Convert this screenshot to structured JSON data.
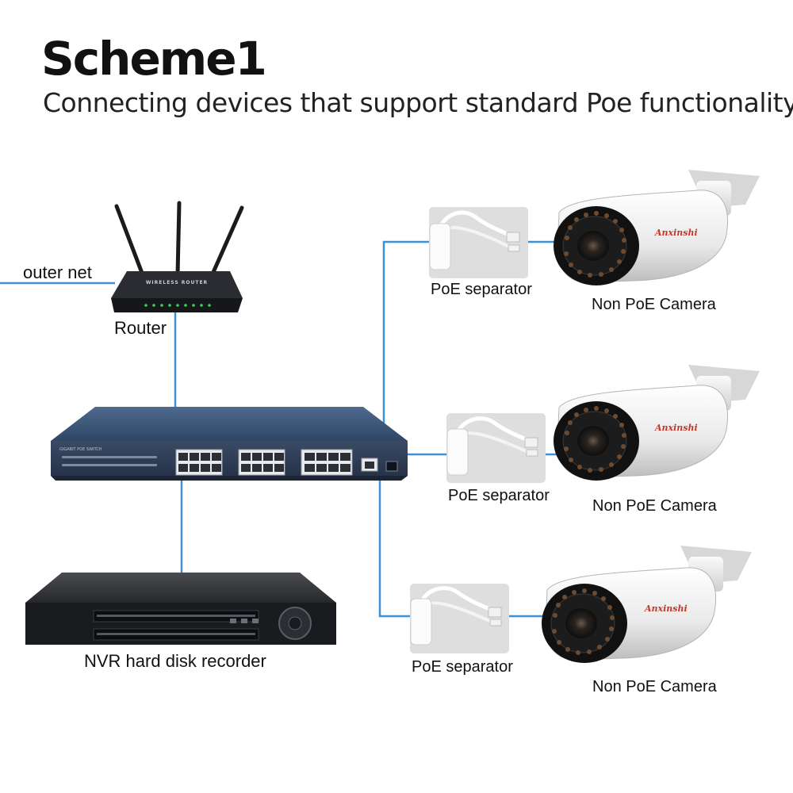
{
  "header": {
    "title": "Scheme1",
    "subtitle": "Connecting devices that support standard Poe functionality"
  },
  "labels": {
    "outer_net": "outer net",
    "router": "Router",
    "nvr": "NVR hard disk recorder"
  },
  "router": {
    "badge": "WIRELESS ROUTER"
  },
  "switch": {
    "badge": "GIGABIT POE SWITCH"
  },
  "branches": [
    {
      "separator_label": "PoE separator",
      "camera_label": "Non PoE Camera",
      "camera_brand": "Anxinshi"
    },
    {
      "separator_label": "PoE separator",
      "camera_label": "Non PoE Camera",
      "camera_brand": "Anxinshi"
    },
    {
      "separator_label": "PoE separator",
      "camera_label": "Non PoE Camera",
      "camera_brand": "Anxinshi"
    }
  ],
  "colors": {
    "cable": "#3d8fd6",
    "device_dark": "#1e2128",
    "panel_bg": "#dedede"
  }
}
